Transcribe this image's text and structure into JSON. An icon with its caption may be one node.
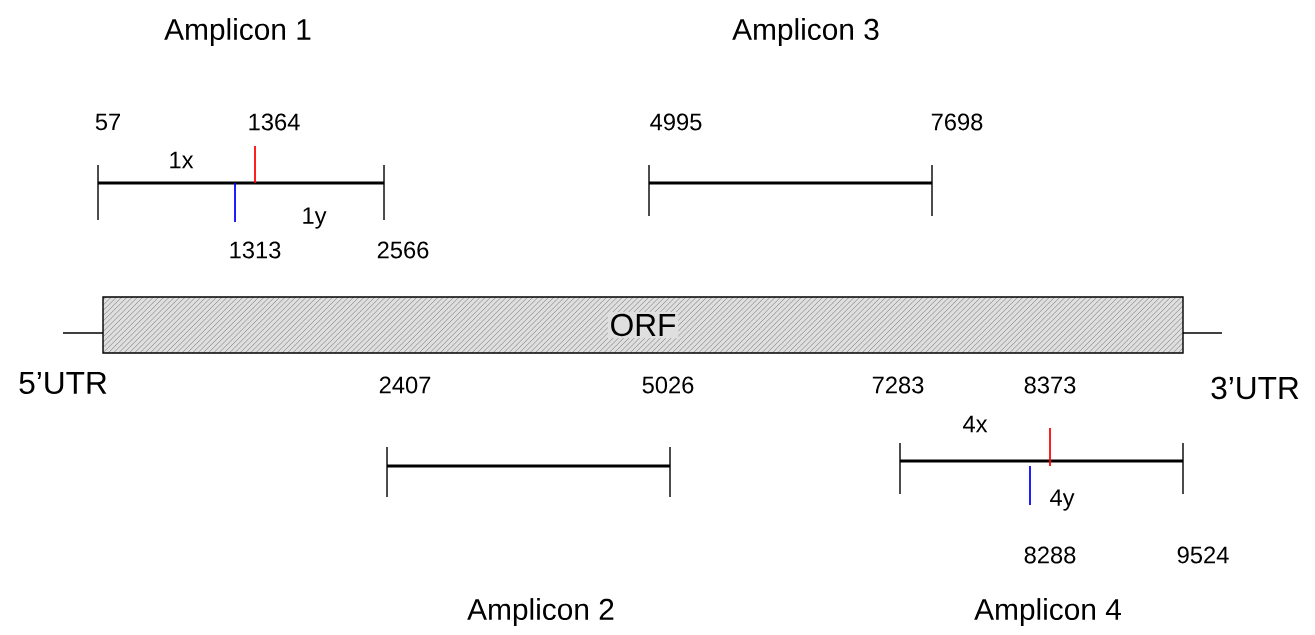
{
  "diagram": {
    "nodes": [
      {
        "text": [
          "ORF"
        ]
      }
    ],
    "labels": [
      "Amplicon 1",
      "Amplicon 3",
      "57",
      "1364",
      "4995",
      "7698",
      "1x",
      "1y",
      "1313",
      "2566",
      "5’UTR",
      "2407",
      "5026",
      "7283",
      "8373",
      "3’UTR",
      "4x",
      "4y",
      "8288",
      "9524",
      "Amplicon 2",
      "Amplicon 4"
    ]
  }
}
